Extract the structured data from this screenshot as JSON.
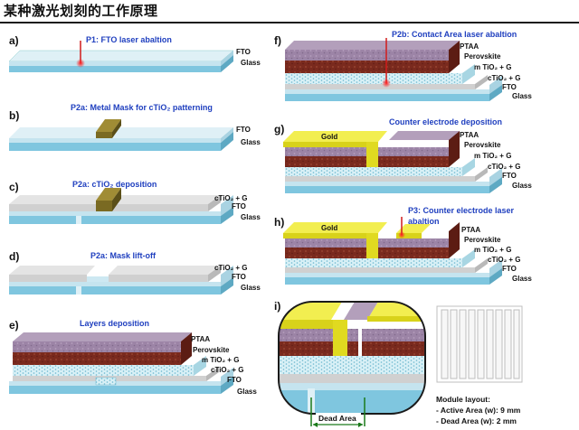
{
  "title": "某种激光划刻的工作原理",
  "panels": {
    "a": {
      "letter": "a)",
      "caption": "P1: FTO laser abaltion",
      "layers": [
        "FTO",
        "Glass"
      ]
    },
    "b": {
      "letter": "b)",
      "caption": "P2a: Metal Mask for cTiO₂ patterning",
      "layers": [
        "FTO",
        "Glass"
      ]
    },
    "c": {
      "letter": "c)",
      "caption": "P2a: cTiO₂ deposition",
      "layers": [
        "cTiO₂ + G",
        "FTO",
        "Glass"
      ]
    },
    "d": {
      "letter": "d)",
      "caption": "P2a: Mask lift-off",
      "layers": [
        "cTiO₂ + G",
        "FTO",
        "Glass"
      ]
    },
    "e": {
      "letter": "e)",
      "caption": "Layers deposition",
      "layers": [
        "PTAA",
        "Perovskite",
        "m TiO₂ + G",
        "cTiO₂ + G",
        "FTO",
        "Glass"
      ]
    },
    "f": {
      "letter": "f)",
      "caption": "P2b: Contact Area laser abaltion",
      "layers": [
        "PTAA",
        "Perovskite",
        "m TiO₂ + G",
        "cTiO₂ + G",
        "FTO",
        "Glass"
      ]
    },
    "g": {
      "letter": "g)",
      "caption": "Counter electrode deposition",
      "gold": "Gold",
      "layers": [
        "PTAA",
        "Perovskite",
        "m TiO₂ + G",
        "cTiO₂ + G",
        "FTO",
        "Glass"
      ]
    },
    "h": {
      "letter": "h)",
      "caption_line1": "P3: Counter electrode laser",
      "caption_line2": "abaltion",
      "gold": "Gold",
      "layers": [
        "PTAA",
        "Perovskite",
        "m TiO₂ + G",
        "cTiO₂ + G",
        "FTO",
        "Glass"
      ]
    },
    "i": {
      "letter": "i)",
      "dead_area": "Dead Area"
    }
  },
  "module_layout": {
    "heading": "Module layout:",
    "active": "- Active Area (w): 9 mm",
    "dead": "- Dead Area (w): 2 mm"
  },
  "colors": {
    "glass": "#7fc6df",
    "fto": "#c5e4ef",
    "ctio2": "#d6d6d6",
    "mtio2": "#b9e3ee",
    "perovskite": "#7a2a1e",
    "ptaa": "#9c84a6",
    "gold": "#e6e020",
    "mask": "#8a7a2a",
    "caption": "#1f3fbf",
    "laser": "#d11a1a"
  }
}
